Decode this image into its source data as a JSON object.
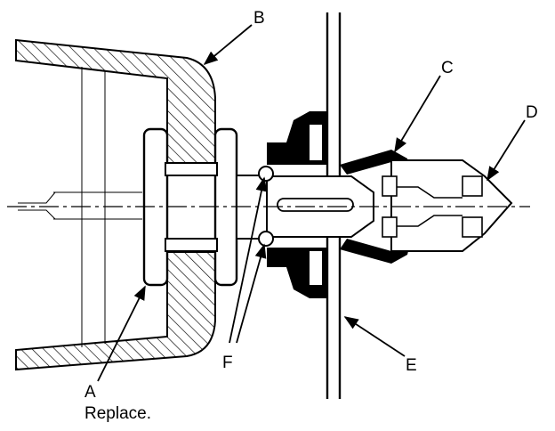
{
  "labels": {
    "a": "A",
    "b": "B",
    "c": "C",
    "d": "D",
    "e": "E",
    "f": "F"
  },
  "notes": {
    "a_note": "Replace."
  },
  "colors": {
    "ink": "#000000",
    "paper": "#ffffff"
  }
}
